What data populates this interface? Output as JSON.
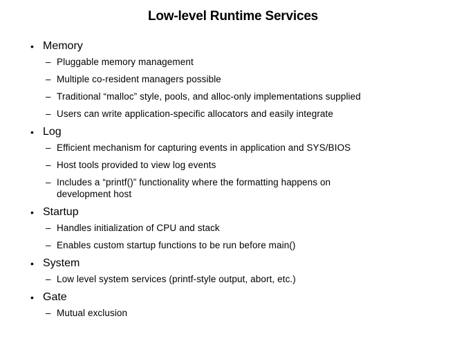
{
  "slide": {
    "title": "Low-level Runtime Services",
    "bullet_char": "•",
    "dash_char": "–",
    "colors": {
      "background": "#ffffff",
      "text": "#000000"
    },
    "sections": [
      {
        "heading": "Memory",
        "items": [
          "Pluggable memory management",
          "Multiple co-resident managers possible",
          "Traditional “malloc” style, pools, and alloc-only implementations supplied",
          "Users can write application-specific allocators and easily integrate"
        ]
      },
      {
        "heading": "Log",
        "items": [
          "Efficient mechanism for capturing events in application and SYS/BIOS",
          "Host tools provided to view log events",
          "Includes a “printf()” functionality where the formatting happens on\ndevelopment host"
        ]
      },
      {
        "heading": "Startup",
        "items": [
          "Handles initialization of CPU and stack",
          "Enables custom startup functions to be run before main()"
        ]
      },
      {
        "heading": "System",
        "items": [
          "Low level system services (printf-style output, abort, etc.)"
        ]
      },
      {
        "heading": "Gate",
        "items": [
          "Mutual exclusion"
        ]
      }
    ]
  }
}
